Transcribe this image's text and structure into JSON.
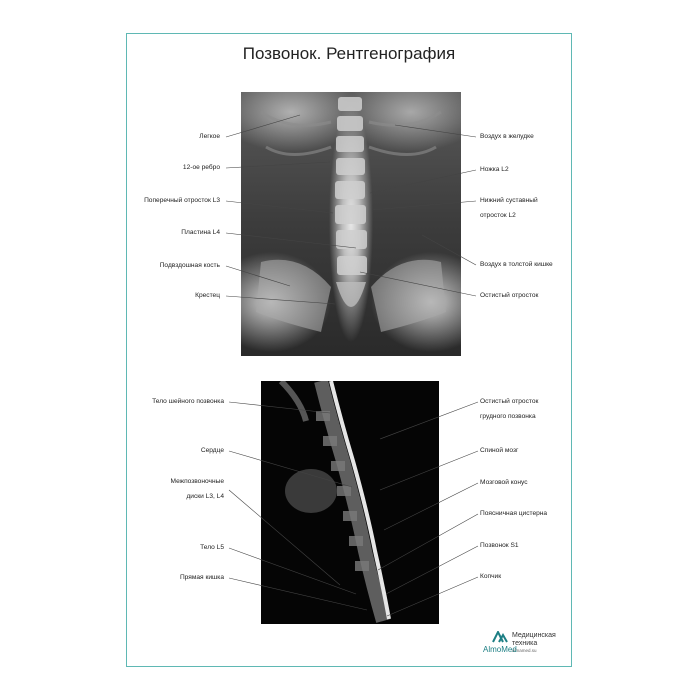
{
  "title": "Позвонок. Рентгенография",
  "xray_labels": {
    "left": [
      "Легкое",
      "12-ое ребро",
      "Поперечный отросток L3",
      "Пластина L4",
      "Подвздошная кость",
      "Крестец"
    ],
    "right": [
      "Воздух в желудке",
      "Ножка L2",
      "Нижний суставный",
      "отросток L2",
      "Воздух в толстой кишке",
      "Остистый отросток"
    ]
  },
  "mri_labels": {
    "left": [
      "Тело шейного позвонка",
      "Сердце",
      "Межпозвоночные",
      "диски L3, L4",
      "Тело L5",
      "Прямая кишка"
    ],
    "right": [
      "Остистый отросток",
      "грудного позвонка",
      "Спиной мозг",
      "Мозговой конус",
      "Поясничная цистерна",
      "Позвонок S1",
      "Копчик"
    ]
  },
  "logo": {
    "name": "AlmoMed",
    "line1": "Медицинская",
    "line2": "техника",
    "url": "almamed.su"
  },
  "colors": {
    "border": "#5fb8b4",
    "brand": "#1d7f84"
  }
}
